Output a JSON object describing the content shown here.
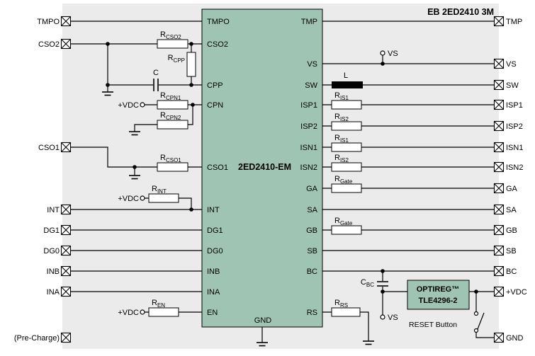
{
  "title": "EB 2ED2410 3M",
  "colors": {
    "background": "#ebebeb",
    "chip": "#9fc4b4"
  },
  "chip": {
    "name": "2ED2410-EM",
    "left_pins": [
      "TMPO",
      "CSO2",
      "CPP",
      "CPN",
      "CSO1",
      "INT",
      "DG1",
      "DG0",
      "INB",
      "INA",
      "EN"
    ],
    "right_pins": [
      "TMP",
      "VS",
      "SW",
      "ISP1",
      "ISP2",
      "ISN1",
      "ISN2",
      "GA",
      "SA",
      "GB",
      "SB",
      "BC",
      "RS"
    ],
    "bottom_pin": "GND"
  },
  "terminals": {
    "left": [
      "TMPO",
      "CSO2",
      "CSO1",
      "INT",
      "DG1",
      "DG0",
      "INB",
      "INA",
      "(Pre-Charge)"
    ],
    "right": [
      "TMP",
      "VS",
      "SW",
      "ISP1",
      "ISP2",
      "ISN1",
      "ISN2",
      "GA",
      "SA",
      "GB",
      "SB",
      "BC",
      "+VDC",
      "GND"
    ]
  },
  "components": {
    "r_cso2": {
      "base": "R",
      "sub": "CSO2"
    },
    "r_cpp": {
      "base": "R",
      "sub": "CPP"
    },
    "c": {
      "base": "C",
      "sub": ""
    },
    "r_cpn1": {
      "base": "R",
      "sub": "CPN1"
    },
    "r_cpn2": {
      "base": "R",
      "sub": "CPN2"
    },
    "r_cso1": {
      "base": "R",
      "sub": "CSO1"
    },
    "r_int": {
      "base": "R",
      "sub": "INT"
    },
    "r_en": {
      "base": "R",
      "sub": "EN"
    },
    "l": {
      "base": "L",
      "sub": ""
    },
    "r_is1_top": {
      "base": "R",
      "sub": "IS1"
    },
    "r_is2_top": {
      "base": "R",
      "sub": "IS2"
    },
    "r_is1_bottom": {
      "base": "R",
      "sub": "IS1"
    },
    "r_is2_bottom": {
      "base": "R",
      "sub": "IS2"
    },
    "r_gate_top": {
      "base": "R",
      "sub": "Gate"
    },
    "r_gate_bottom": {
      "base": "R",
      "sub": "Gate"
    },
    "c_bc": {
      "base": "C",
      "sub": "BC"
    },
    "r_rs": {
      "base": "R",
      "sub": "RS"
    }
  },
  "regulator": {
    "line1": "OPTIREG™",
    "line2": "TLE4296-2"
  },
  "labels": {
    "vdc": "+VDC",
    "vs": "VS",
    "reset": "RESET Button"
  }
}
